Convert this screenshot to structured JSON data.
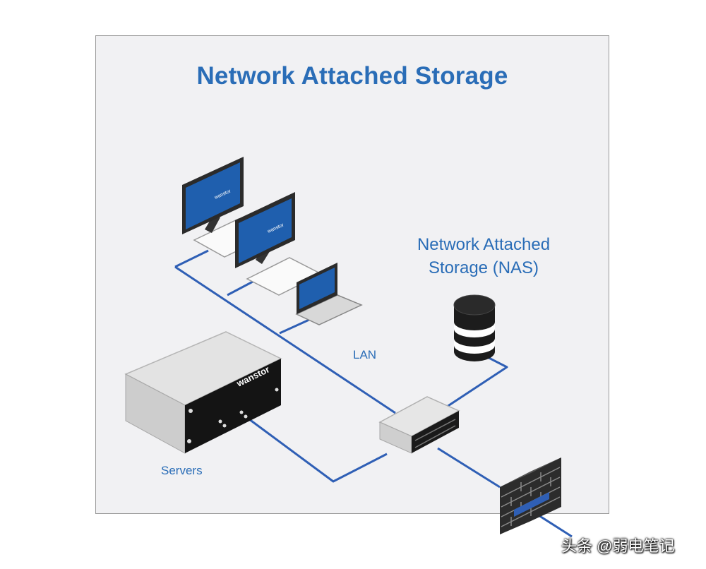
{
  "diagram": {
    "title": "Network Attached Storage",
    "nas_label_line1": "Network Attached",
    "nas_label_line2": "Storage (NAS)",
    "lan_label": "LAN",
    "servers_label": "Servers",
    "server_brand": "wanstor",
    "monitor_brand": "wanstor"
  },
  "watermark": "头条 @弱电笔记",
  "colors": {
    "title_blue": "#2a6db7",
    "link_blue": "#2f5fb5",
    "screen_blue": "#1f5fae",
    "panel_bg": "#f1f1f3"
  },
  "icons": {
    "monitor": "monitor-icon",
    "laptop": "laptop-icon",
    "server": "server-icon",
    "switch": "network-switch-icon",
    "database": "database-icon",
    "firewall": "firewall-icon"
  }
}
